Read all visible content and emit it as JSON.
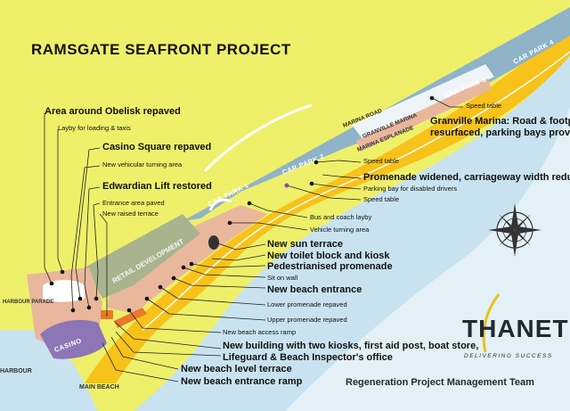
{
  "title": "RAMSGATE SEAFRONT PROJECT",
  "roads": {
    "car_park_1": "CAR PARK 1",
    "car_park_2": "CAR PARK 2",
    "car_park_3": "CAR PARK 3",
    "car_park_4": "CAR PARK 4",
    "marina_road": "MARINA ROAD",
    "granville_marina": "GRANVILLE MARINA",
    "marina_esplanade": "MARINA ESPLANADE",
    "retail_development": "RETAIL DEVELOPMENT",
    "casino": "CASINO",
    "harbour_parade": "HARBOUR PARADE",
    "harbour": "HARBOUR",
    "main_beach": "MAIN BEACH"
  },
  "labels": {
    "obelisk": "Area around Obelisk repaved",
    "layby_loading": "Layby for loading & taxis",
    "casino_square": "Casino Square repaved",
    "turning_area_new": "New vehicular turning area",
    "edwardian_lift": "Edwardian Lift restored",
    "entrance_area": "Entrance area paved",
    "raised_terrace": "New raised terrace",
    "speed_table_1": "Speed table",
    "granville_marina_line1": "Granville Marina: Road & footpath",
    "granville_marina_line2": "resurfaced, parking bays provided",
    "speed_table_2": "Speed table",
    "promenade_widened": "Promenade widened, carriageway width reduced",
    "disabled_bay": "Parking bay for disabled drivers",
    "speed_table_3": "Speed table",
    "coach_layby": "Bus and coach layby",
    "vehicle_turning": "Vehicle turning area",
    "sun_terrace": "New sun terrace",
    "toilet_kiosk": "New toilet block and kiosk",
    "pedestrianised": "Pedestrianised promenade",
    "sit_on_wall": "Sit on wall",
    "beach_entrance": "New beach entrance",
    "lower_promenade": "Lower promenade repaved",
    "upper_promenade": "Upper promenade repaved",
    "access_ramp": "New beach access ramp",
    "new_building_line1": "New building with two kiosks, first aid post, boat store,",
    "new_building_line2": "Lifeguard & Beach Inspector's office",
    "beach_terrace": "New beach level terrace",
    "entrance_ramp": "New beach entrance ramp"
  },
  "logo": {
    "name": "THANET",
    "tagline": "DELIVERING SUCCESS"
  },
  "team": "Regeneration Project Management Team",
  "colors": {
    "land": "#eef06a",
    "sea": "#c8e3ef",
    "sea_light": "#e3f1f6",
    "beach": "#f7c21a",
    "road": "#8fb3c8",
    "paving": "#e9b79c",
    "retail": "#a9b48e",
    "casino": "#8c76b5",
    "accent_orange": "#e87a2c",
    "accent_purple": "#8a4bb4",
    "text": "#111111"
  }
}
